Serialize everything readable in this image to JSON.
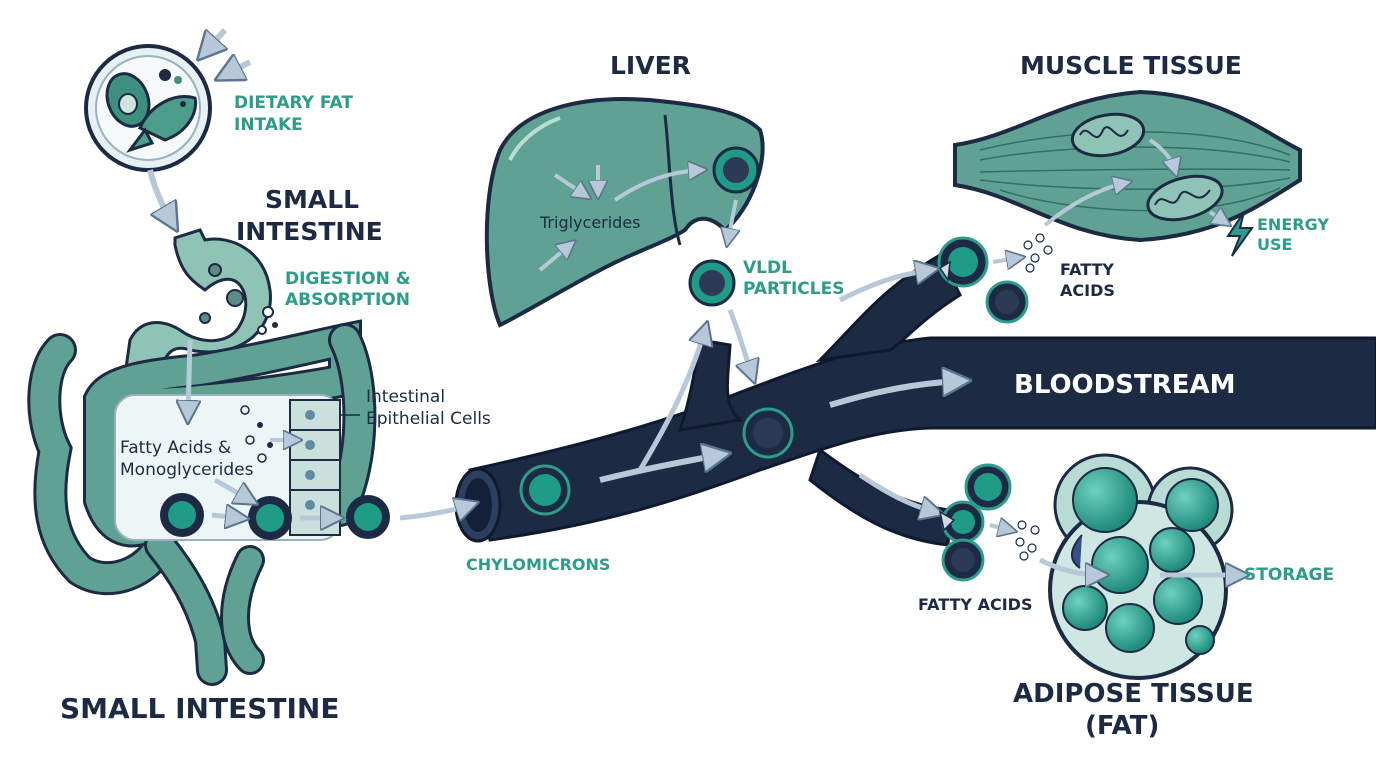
{
  "colors": {
    "navy": "#1c2a44",
    "teal": "#2e9c8a",
    "teal_light": "#7fb8ad",
    "teal_pale": "#d5e9e5",
    "arrow": "#b7c9d8",
    "particle_core": "#1f9b88"
  },
  "labels": {
    "dietary_fat": [
      "DIETARY FAT",
      "INTAKE"
    ],
    "small_intestine_top": [
      "SMALL",
      "INTESTINE"
    ],
    "digestion": [
      "DIGESTION &",
      "ABSORPTION"
    ],
    "intestinal_cells": [
      "Intestinal",
      "Epithelial Cells"
    ],
    "fatty_mono": [
      "Fatty Acids &",
      "Monoglycerides"
    ],
    "small_intestine_bottom": "SMALL INTESTINE",
    "liver": "LIVER",
    "triglycerides": "Triglycerides",
    "vldl": [
      "VLDL",
      "PARTICLES"
    ],
    "chylomicrons": "CHYLOMICRONS",
    "bloodstream": "BLOODSTREAM",
    "muscle": "MUSCLE TISSUE",
    "energy": [
      "ENERGY",
      "USE"
    ],
    "fatty_acids_upper": [
      "FATTY",
      "ACIDS"
    ],
    "fatty_acids_lower": "FATTY ACIDS",
    "storage": "STORAGE",
    "adipose": [
      "ADIPOSE TISSUE",
      "(FAT)"
    ]
  },
  "icons": [
    "food-plate-icon",
    "avocado-icon",
    "fish-icon",
    "lightning-icon",
    "mitochondria-icon",
    "lipoprotein-particle-icon"
  ]
}
